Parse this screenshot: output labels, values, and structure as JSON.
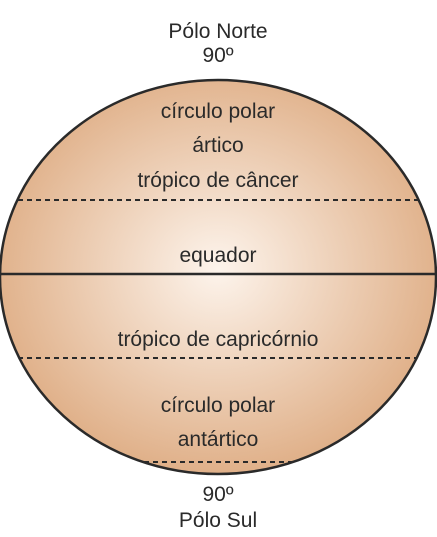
{
  "diagram": {
    "top_pole": {
      "name": "Pólo Norte",
      "degrees": "90º"
    },
    "bottom_pole": {
      "degrees": "90º",
      "name": "Pólo Sul"
    },
    "zone_labels": {
      "arctic_line1": "círculo polar",
      "arctic_line2": "ártico",
      "cancer": "trópico de câncer",
      "equator": "equador",
      "capricorn": "trópico de capricórnio",
      "antarctic_line1": "círculo polar",
      "antarctic_line2": "antártico"
    },
    "colors": {
      "globe_center": "#fdf4ec",
      "globe_edge": "#deac83",
      "outline": "#2a2a2a"
    }
  }
}
